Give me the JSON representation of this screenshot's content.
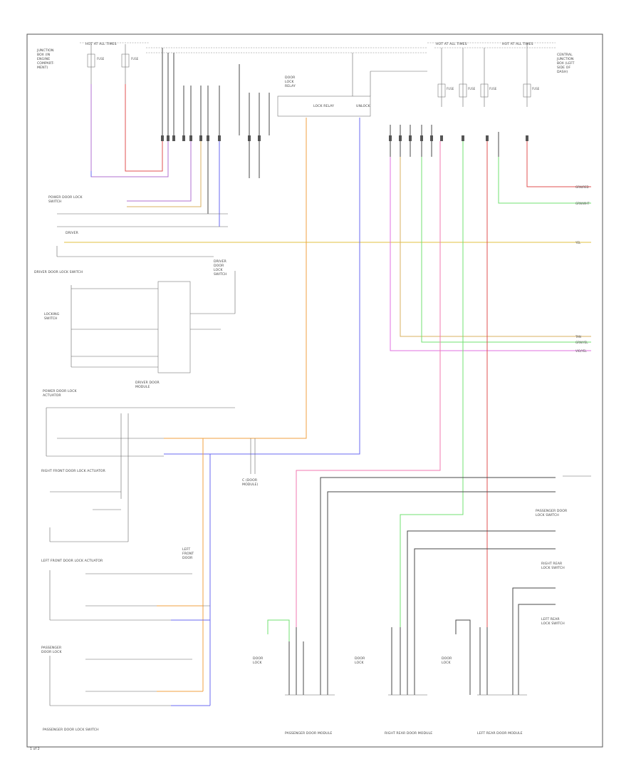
{
  "colors": {
    "purple": "#b070d0",
    "blue": "#6a6af0",
    "pink": "#f07ab0",
    "red": "#e05050",
    "orange": "#f0a040",
    "tan": "#d8b060",
    "yellow": "#e0c040",
    "green": "#70e070",
    "magenta": "#e070e0",
    "gray": "#4a4a4a"
  },
  "labels": {
    "page_number": "1 of 2",
    "top_fuse_box": "HOT AT ALL TIMES",
    "bottom_module_1": "PASSENGER DOOR MODULE",
    "bottom_module_2": "RIGHT REAR DOOR MODULE",
    "bottom_module_3": "LEFT REAR DOOR MODULE",
    "driver_switch": "DRIVER DOOR LOCK SWITCH",
    "left_front_lock": "LEFT FRONT DOOR LOCK ACTUATOR",
    "right_front_lock": "RIGHT FRONT DOOR LOCK ACTUATOR",
    "passenger_switch": "PASSENGER DOOR LOCK SWITCH"
  }
}
